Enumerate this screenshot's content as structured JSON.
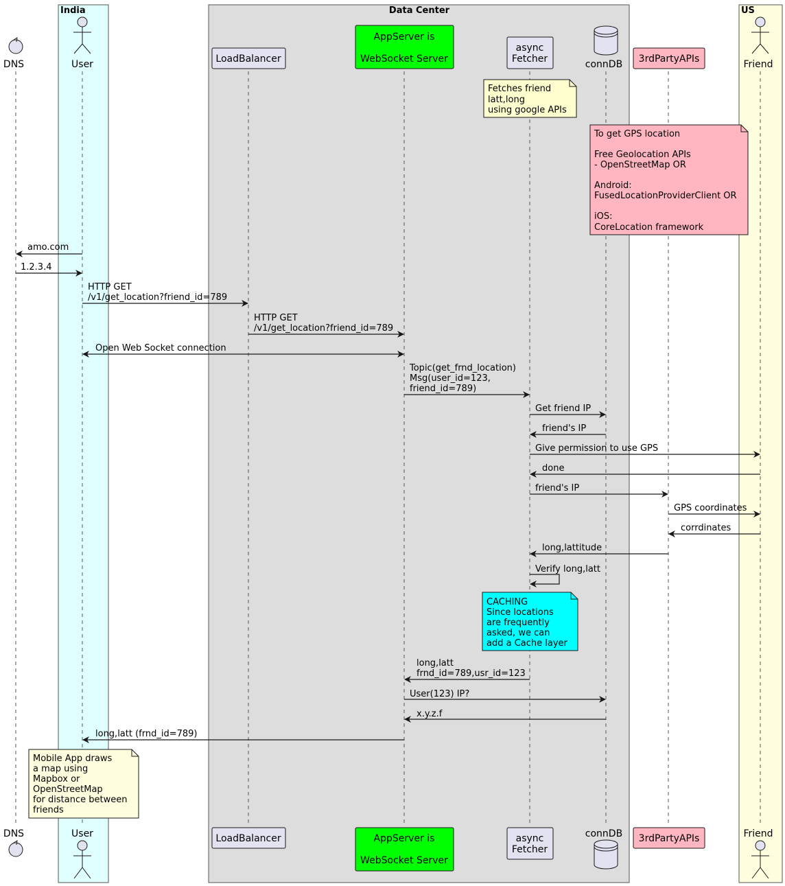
{
  "boxes": {
    "india": {
      "title": "India",
      "color": "#E0FFFF"
    },
    "datacenter": {
      "title": "Data Center",
      "color": "#DDDDDD"
    },
    "us": {
      "title": "US",
      "color": "#FFFFE0"
    }
  },
  "participants": {
    "dns": {
      "name": "DNS",
      "type": "control"
    },
    "user": {
      "name": "User",
      "type": "actor"
    },
    "loadbalancer": {
      "name": "LoadBalancer",
      "type": "participant"
    },
    "appserver": {
      "lines": [
        "AppServer is",
        "",
        "WebSocket Server"
      ],
      "type": "participant",
      "color": "#00FF00"
    },
    "fetcher": {
      "lines": [
        "async",
        "Fetcher"
      ],
      "type": "participant"
    },
    "conndb": {
      "name": "connDB",
      "type": "database"
    },
    "apis": {
      "name": "3rdPartyAPIs",
      "type": "participant",
      "color": "#FFB6C1"
    },
    "friend": {
      "name": "Friend",
      "type": "actor"
    }
  },
  "notes": {
    "fetcher_note": {
      "lines": [
        "Fetches friend",
        "latt,long",
        "using google APIs"
      ],
      "color": "#FEFECE"
    },
    "gps_note": {
      "lines": [
        "To get GPS location",
        "",
        "Free Geolocation APIs",
        "- OpenStreetMap OR",
        "",
        "Android:",
        "FusedLocationProviderClient OR",
        "",
        "iOS:",
        "CoreLocation framework"
      ],
      "color": "#FFB6C1"
    },
    "cache_note": {
      "lines": [
        "CACHING",
        "Since locations",
        "are frequently",
        "asked, we can",
        "add a Cache layer"
      ],
      "color": "#00FFFF"
    },
    "map_note": {
      "lines": [
        "Mobile App draws",
        "a map using",
        "Mapbox or",
        "OpenStreetMap",
        "for distance between",
        "friends"
      ],
      "color": "#FFFFE0"
    }
  },
  "messages": [
    {
      "lines": [
        "amo.com"
      ]
    },
    {
      "lines": [
        "1.2.3.4"
      ]
    },
    {
      "lines": [
        "HTTP GET",
        "/v1/get_location?friend_id=789"
      ]
    },
    {
      "lines": [
        "HTTP GET",
        "/v1/get_location?friend_id=789"
      ]
    },
    {
      "lines": [
        "Open Web Socket connection"
      ]
    },
    {
      "lines": [
        "Topic(get_frnd_location)",
        "Msg(user_id=123,",
        "friend_id=789)"
      ]
    },
    {
      "lines": [
        "Get friend IP"
      ]
    },
    {
      "lines": [
        "friend's IP"
      ]
    },
    {
      "lines": [
        "Give permission to use GPS"
      ]
    },
    {
      "lines": [
        "done"
      ]
    },
    {
      "lines": [
        "friend's IP"
      ]
    },
    {
      "lines": [
        "GPS coordinates"
      ]
    },
    {
      "lines": [
        "corrdinates"
      ]
    },
    {
      "lines": [
        "long,lattitude"
      ]
    },
    {
      "lines": [
        "Verify long,latt"
      ]
    },
    {
      "lines": [
        "long,latt",
        "frnd_id=789,usr_id=123"
      ]
    },
    {
      "lines": [
        "User(123) IP?"
      ]
    },
    {
      "lines": [
        "x.y.z.f"
      ]
    },
    {
      "lines": [
        "long,latt (frnd_id=789)"
      ]
    }
  ]
}
